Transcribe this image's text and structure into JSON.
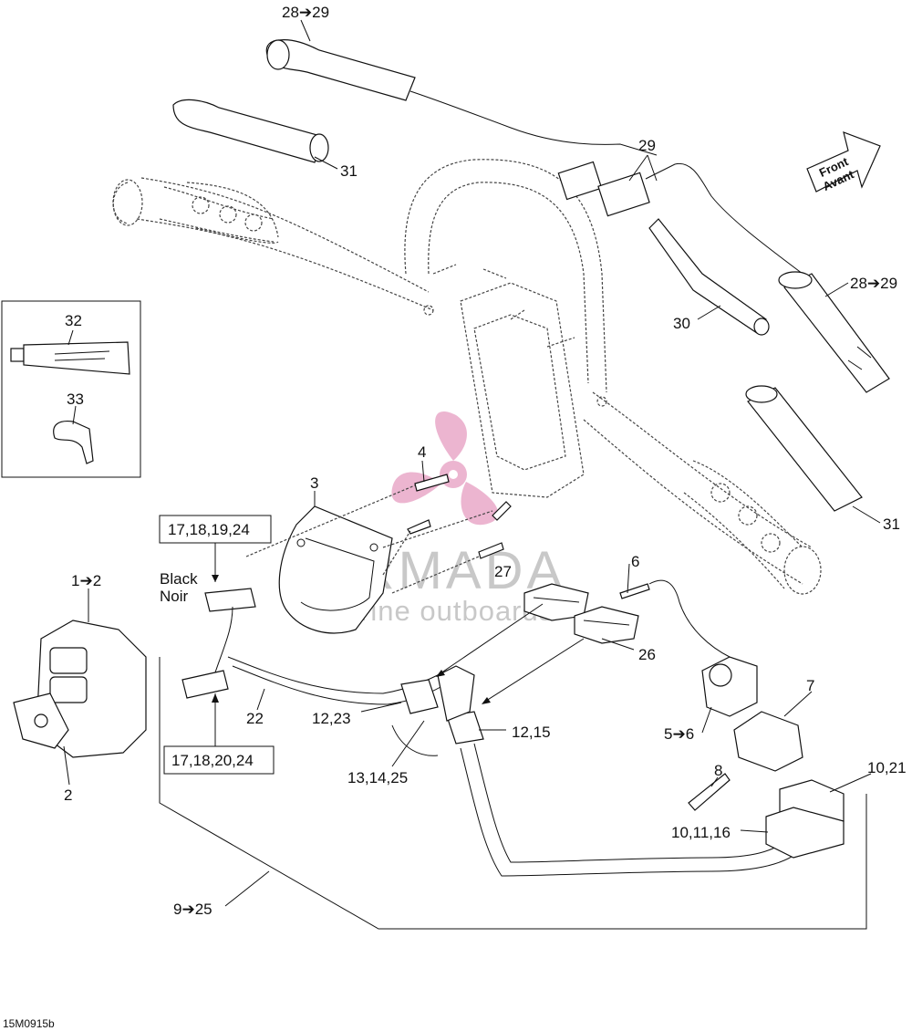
{
  "drawing_code": "15M0915b",
  "front_arrow": {
    "line1": "Front",
    "line2": "Avant"
  },
  "watermark": {
    "brand": "ARMADA",
    "tagline": "marine outboards"
  },
  "callouts": {
    "c28_29_top": "28➔29",
    "c31_top": "31",
    "c29": "29",
    "c28_29_right": "28➔29",
    "c30": "30",
    "c31_right": "31",
    "c32": "32",
    "c33": "33",
    "c4": "4",
    "c3": "3",
    "c27": "27",
    "c6": "6",
    "c26": "26",
    "c1_2": "1➔2",
    "c2": "2",
    "c22": "22",
    "c12_23": "12,23",
    "c12_15": "12,15",
    "c13_14_25": "13,14,25",
    "c7": "7",
    "c5_6": "5➔6",
    "c8": "8",
    "c10_21": "10,21",
    "c10_11_16": "10,11,16",
    "c9_25": "9➔25"
  },
  "boxes": {
    "top_connector": "17,18,19,24",
    "bottom_connector": "17,18,20,24",
    "color_en": "Black",
    "color_fr": "Noir"
  }
}
